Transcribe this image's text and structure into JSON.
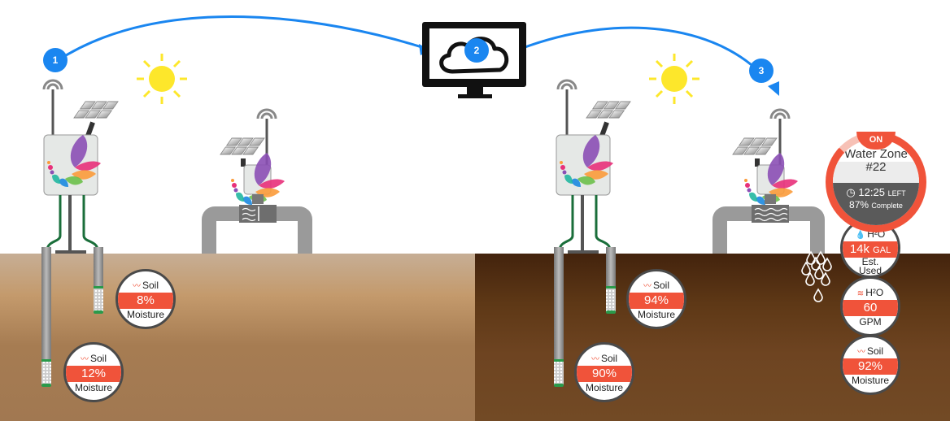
{
  "diagram": {
    "title": "Smart irrigation flow: field sensors to cloud to water valve",
    "colors": {
      "accent": "#f0533a",
      "flow_arrow": "#1a86f0",
      "sun": "#fde72b",
      "probe_cable": "#1a6e3a",
      "soil_dry": "#a67c52",
      "soil_wet": "#5e3816"
    },
    "steps": [
      {
        "label": "1",
        "description": "sensor station transmits"
      },
      {
        "label": "2",
        "description": "cloud monitor"
      },
      {
        "label": "3",
        "description": "valve controller receives"
      }
    ],
    "icons": [
      "wifi-antenna-icon",
      "sun-icon",
      "solar-panel-icon",
      "cloud-icon",
      "monitor-icon",
      "clock-icon",
      "water-drop-icon",
      "water-flow-icon",
      "trend-line-icon"
    ]
  },
  "before": {
    "soil_sensors": [
      {
        "top": "Soil",
        "value": "8%",
        "bottom": "Moisture"
      },
      {
        "top": "Soil",
        "value": "12%",
        "bottom": "Moisture"
      }
    ]
  },
  "after": {
    "soil_sensors": [
      {
        "top": "Soil",
        "value": "94%",
        "bottom": "Moisture"
      },
      {
        "top": "Soil",
        "value": "90%",
        "bottom": "Moisture"
      }
    ],
    "zone": {
      "status": "ON",
      "title_line1": "Water Zone",
      "title_line2": "#22",
      "time_left": "12:25",
      "time_left_suffix": "LEFT",
      "percent_complete": "87%",
      "percent_suffix": "Complete",
      "progress_fraction": 0.87
    },
    "water_used": {
      "top": "H²O",
      "value": "14k",
      "unit": "GAL",
      "bottom_line1": "Est.",
      "bottom_line2": "Used"
    },
    "flow_rate": {
      "top": "H²O",
      "value": "60",
      "bottom": "GPM"
    },
    "zone_soil": {
      "top": "Soil",
      "value": "92%",
      "bottom": "Moisture"
    }
  }
}
